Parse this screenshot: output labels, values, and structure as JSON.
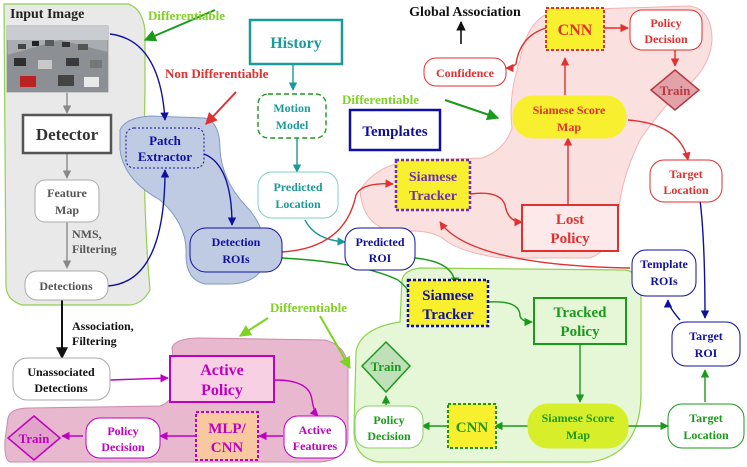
{
  "labels": {
    "input_image": "Input Image",
    "detector": "Detector",
    "feature_map": [
      "Feature",
      "Map"
    ],
    "nms_filtering": [
      "NMS,",
      "Filtering"
    ],
    "detections": "Detections",
    "association_filtering": [
      "Association,",
      "Filtering"
    ],
    "unassociated_detections": [
      "Unassociated",
      "Detections"
    ],
    "patch_extractor": [
      "Patch",
      "Extractor"
    ],
    "detection_rois": [
      "Detection",
      "ROIs"
    ],
    "history": "History",
    "motion_model": [
      "Motion",
      "Model"
    ],
    "predicted_location": [
      "Predicted",
      "Location"
    ],
    "predicted_roi": [
      "Predicted",
      "ROI"
    ],
    "templates": "Templates",
    "siamese_tracker_top": [
      "Siamese",
      "Tracker"
    ],
    "lost_policy": [
      "Lost",
      "Policy"
    ],
    "siamese_score_map_top": [
      "Siamese Score",
      "Map"
    ],
    "cnn_top": "CNN",
    "confidence": "Confidence",
    "global_association": "Global Association",
    "policy_decision_top": [
      "Policy",
      "Decision"
    ],
    "train_top": "Train",
    "target_location_top": [
      "Target",
      "Location"
    ],
    "template_rois": [
      "Template",
      "ROIs"
    ],
    "target_roi": [
      "Target",
      "ROI"
    ],
    "siamese_tracker_mid": [
      "Siamese",
      "Tracker"
    ],
    "tracked_policy": [
      "Tracked",
      "Policy"
    ],
    "train_mid": "Train",
    "policy_decision_mid": [
      "Policy",
      "Decision"
    ],
    "cnn_mid": "CNN",
    "siamese_score_map_mid": [
      "Siamese Score",
      "Map"
    ],
    "target_location_bottom": [
      "Target",
      "Location"
    ],
    "active_policy": [
      "Active",
      "Policy"
    ],
    "active_features": [
      "Active",
      "Features"
    ],
    "mlp_cnn": [
      "MLP/",
      "CNN"
    ],
    "policy_decision_bottom": [
      "Policy",
      "Decision"
    ],
    "train_bottom": "Train",
    "differentiable_1": "Differentiable",
    "differentiable_2": "Differentiable",
    "differentiable_3": "Differentiable",
    "non_differentiable": "Non Differentiable"
  },
  "colors": {
    "detection_region_fill": "#e9e9e9",
    "region_border": "#92d050",
    "lost_region_fill": "#fbe0e0",
    "tracked_region_fill": "#e6f7d8",
    "active_region_fill": "#e8b8cf",
    "patch_region_fill": "#bfcbe2",
    "red": "#e03030",
    "green": "#1a9a1a",
    "blue": "#1010a0",
    "teal": "#1a9a9a",
    "magenta": "#c000c0",
    "yellow": "#f8f02e",
    "lightgreen_label": "#7ed321"
  }
}
